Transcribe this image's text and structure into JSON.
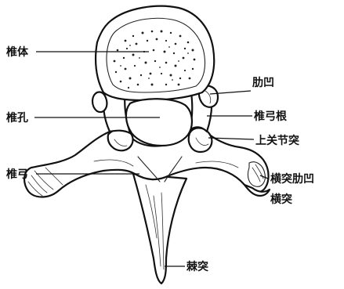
{
  "labels": {
    "vertebral_body": "椎体",
    "costal_facet": "肋凹",
    "vertebral_foramen": "椎孔",
    "pedicle": "椎弓根",
    "superior_articular_process": "上关节突",
    "vertebral_arch": "椎弓",
    "transverse_costal_facet": "横突肋凹",
    "transverse_process": "横突",
    "spinous_process": "棘突"
  }
}
